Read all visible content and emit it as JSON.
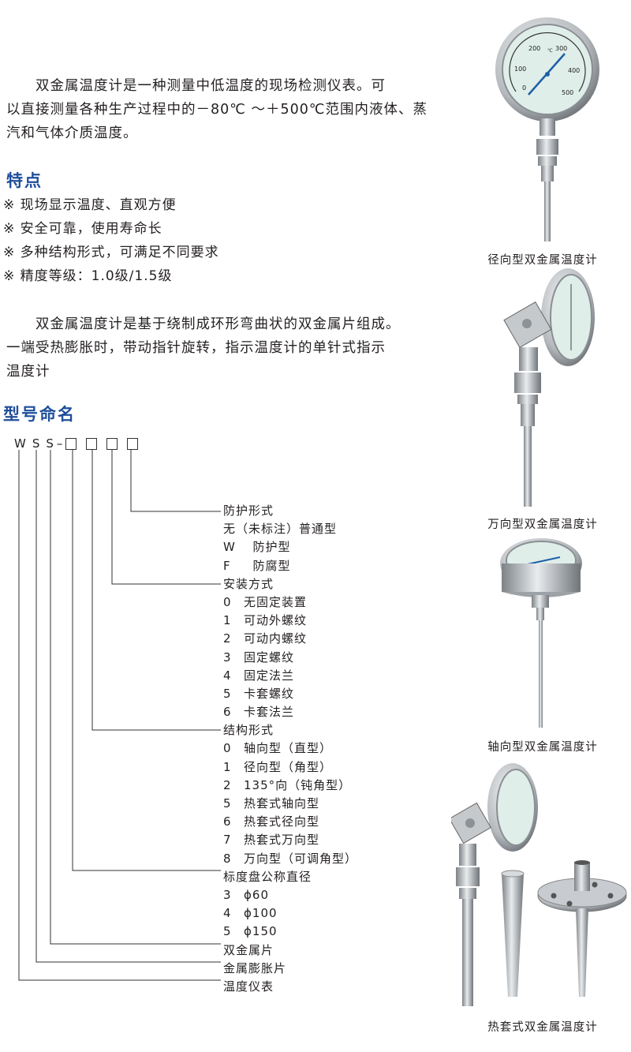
{
  "intro": {
    "lines": [
      "　　双金属温度计是一种测量中低温度的现场检测仪表。可",
      "以直接测量各种生产过程中的－80℃ ～＋500℃范围内液体、蒸",
      "汽和气体介质温度。"
    ]
  },
  "features": {
    "title": "特点",
    "items": [
      "※ 现场显示温度、直观方便",
      "※ 安全可靠，使用寿命长",
      "※ 多种结构形式，可满足不同要求",
      "※ 精度等级：1.0级/1.5级"
    ]
  },
  "principle": {
    "lines": [
      "　　双金属温度计是基于绕制成环形弯曲状的双金属片组成。",
      "一端受热膨胀时，带动指针旋转，指示温度计的单针式指示",
      "温度计"
    ]
  },
  "naming": {
    "title": "型号命名",
    "code_letters": [
      "W",
      "S",
      "S"
    ],
    "code_dash": "–",
    "tree": [
      {
        "type": "head",
        "text": "防护形式"
      },
      {
        "type": "opt",
        "text": "无（未标注）普通型"
      },
      {
        "type": "opt",
        "key": "W",
        "text": "防护型"
      },
      {
        "type": "opt",
        "key": "F",
        "text": "防腐型"
      },
      {
        "type": "head",
        "text": "安装方式"
      },
      {
        "type": "opt",
        "key": "0",
        "text": "无固定装置"
      },
      {
        "type": "opt",
        "key": "1",
        "text": "可动外螺纹"
      },
      {
        "type": "opt",
        "key": "2",
        "text": "可动内螺纹"
      },
      {
        "type": "opt",
        "key": "3",
        "text": "固定螺纹"
      },
      {
        "type": "opt",
        "key": "4",
        "text": "固定法兰"
      },
      {
        "type": "opt",
        "key": "5",
        "text": "卡套螺纹"
      },
      {
        "type": "opt",
        "key": "6",
        "text": "卡套法兰"
      },
      {
        "type": "head",
        "text": "结构形式"
      },
      {
        "type": "opt",
        "key": "0",
        "text": "轴向型（直型）"
      },
      {
        "type": "opt",
        "key": "1",
        "text": "径向型（角型）"
      },
      {
        "type": "opt",
        "key": "2",
        "text": "135°向（钝角型）"
      },
      {
        "type": "opt",
        "key": "5",
        "text": "热套式轴向型"
      },
      {
        "type": "opt",
        "key": "6",
        "text": "热套式径向型"
      },
      {
        "type": "opt",
        "key": "7",
        "text": "热套式万向型"
      },
      {
        "type": "opt",
        "key": "8",
        "text": "万向型（可调角型）"
      },
      {
        "type": "head",
        "text": "标度盘公称直径"
      },
      {
        "type": "opt",
        "key": "3",
        "text": "ϕ60"
      },
      {
        "type": "opt",
        "key": "4",
        "text": "ϕ100"
      },
      {
        "type": "opt",
        "key": "5",
        "text": "ϕ150"
      },
      {
        "type": "head",
        "text": "双金属片"
      },
      {
        "type": "head",
        "text": "金属膨胀片"
      },
      {
        "type": "head",
        "text": "温度仪表"
      }
    ]
  },
  "gauge_dial": {
    "labels": [
      "0",
      "100",
      "200",
      "300",
      "400",
      "500"
    ],
    "unit": "℃"
  },
  "products": [
    {
      "caption": "径向型双金属温度计"
    },
    {
      "caption": "万向型双金属温度计"
    },
    {
      "caption": "轴向型双金属温度计"
    },
    {
      "caption": "热套式双金属温度计"
    }
  ],
  "colors": {
    "heading": "#1f4e9b",
    "text": "#231f20",
    "dial_face": "#dfeee9",
    "pointer": "#1f5fa8",
    "steel": "#b8bcc0"
  }
}
